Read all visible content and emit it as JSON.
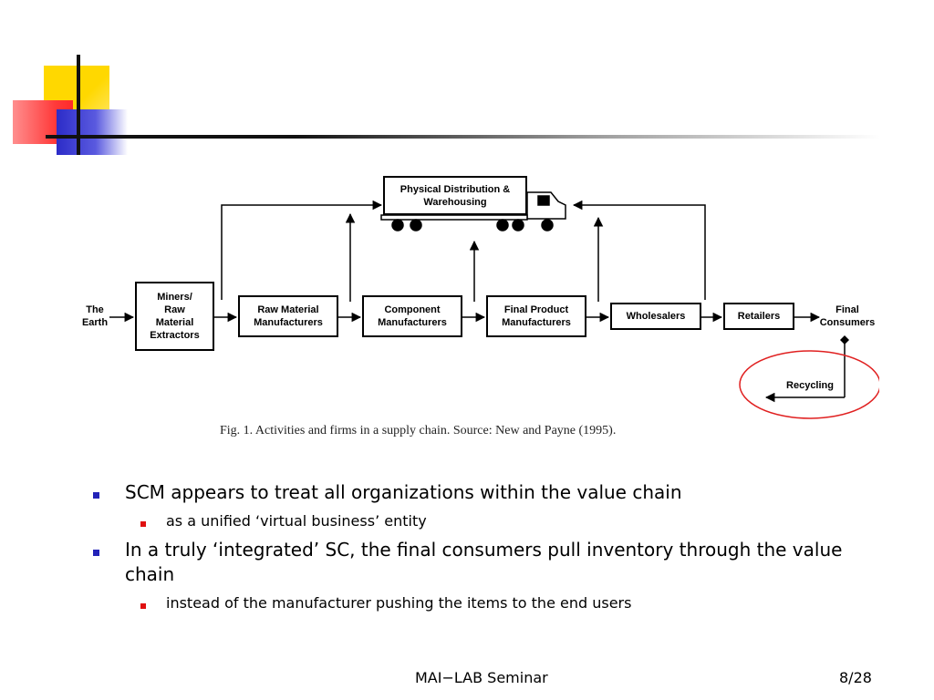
{
  "figure": {
    "truck_label": "Physical Distribution &\nWarehousing",
    "start_label": "The\nEarth",
    "stages": [
      "Miners/\nRaw\nMaterial\nExtractors",
      "Raw Material\nManufacturers",
      "Component\nManufacturers",
      "Final Product\nManufacturers",
      "Wholesalers",
      "Retailers"
    ],
    "end_label": "Final\nConsumers",
    "recycling_label": "Recycling",
    "caption": "Fig. 1.  Activities and firms in a supply chain. Source: New and Payne (1995)."
  },
  "bullets": [
    {
      "text": "SCM appears to treat all organizations within the value chain",
      "sub": "as a unified ‘virtual business’ entity"
    },
    {
      "text": "In a truly ‘integrated’ SC, the final consumers pull inventory through the value chain",
      "sub": "instead of the manufacturer pushing the items to the end users"
    }
  ],
  "footer": {
    "center": "MAI−LAB Seminar",
    "page": "8/28"
  },
  "colors": {
    "bullet_level1": "#2323b8",
    "bullet_level2": "#e01010",
    "highlight_circle": "#e02020"
  }
}
